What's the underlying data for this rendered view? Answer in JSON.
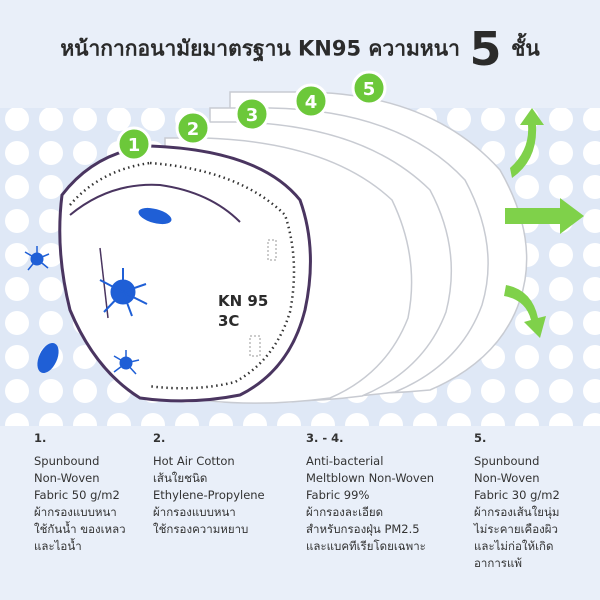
{
  "title": {
    "prefix": "หน้ากากอนามัยมาตรฐาน KN95 ความหนา",
    "number": "5",
    "suffix": "ชั้น"
  },
  "mask_print": {
    "line1": "KN 95",
    "line2": "3C"
  },
  "layer_badges": [
    "1",
    "2",
    "3",
    "4",
    "5"
  ],
  "descriptions": [
    {
      "num": "1.",
      "lines": [
        "Spunbound",
        "Non-Woven",
        "Fabric 50 g/m2",
        "ผ้ากรองแบบหนา",
        "ใช้กันน้ำ ของเหลว",
        "และไอน้ำ"
      ]
    },
    {
      "num": "2.",
      "lines": [
        "Hot Air Cotton",
        "เส้นใยชนิด",
        "Ethylene-Propylene",
        "ผ้ากรองแบบหนา",
        "ใช้กรองความหยาบ"
      ]
    },
    {
      "num": "3. - 4.",
      "lines": [
        "Anti-bacterial",
        "Meltblown Non-Woven",
        "Fabric 99%",
        "ผ้ากรองละเอียด",
        "สำหรับกรองฝุ่น PM2.5",
        "และแบคทีเรียโดยเฉพาะ"
      ]
    },
    {
      "num": "5.",
      "lines": [
        "Spunbound",
        "Non-Woven",
        "Fabric 30 g/m2",
        "ผ้ากรองเส้นใยนุ่ม",
        "ไม่ระคายเคืองผิว",
        "และไม่ก่อให้เกิด",
        "อาการแพ้"
      ]
    }
  ],
  "colors": {
    "badge": "#6cc83a",
    "virus": "#1f5fd6",
    "mask_outline": "#4a3560",
    "arrow": "#7fd14a"
  }
}
